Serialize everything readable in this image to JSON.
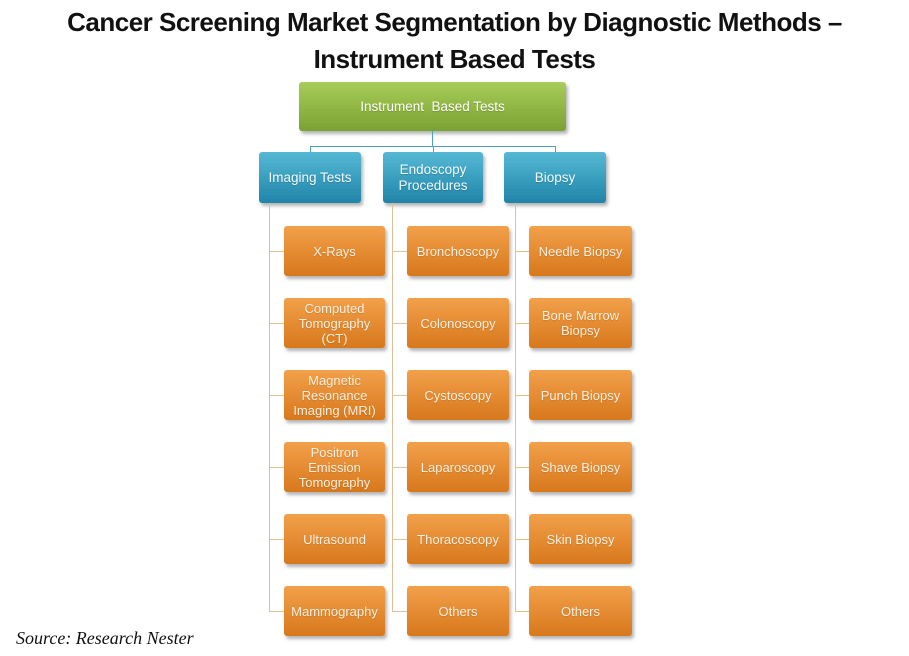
{
  "title": {
    "line1": "Cancer Screening Market Segmentation by Diagnostic Methods –",
    "line2": "Instrument Based Tests"
  },
  "root": {
    "label": "Instrument  Based Tests"
  },
  "columns": [
    {
      "label": "Imaging Tests",
      "items": [
        "X-Rays",
        "Computed Tomography (CT)",
        "Magnetic Resonance Imaging (MRI)",
        "Positron Emission Tomography",
        "Ultrasound",
        "Mammography"
      ]
    },
    {
      "label": "Endoscopy Procedures",
      "items": [
        "Bronchoscopy",
        "Colonoscopy",
        "Cystoscopy",
        "Laparoscopy",
        "Thoracoscopy",
        "Others"
      ]
    },
    {
      "label": "Biopsy",
      "items": [
        "Needle Biopsy",
        "Bone Marrow Biopsy",
        "Punch Biopsy",
        "Shave Biopsy",
        "Skin Biopsy",
        "Others"
      ]
    }
  ],
  "source": "Source: Research Nester",
  "colors": {
    "root_box_top": "#a8cc58",
    "root_box_bottom": "#7aa233",
    "category_box_top": "#55b9d5",
    "category_box_bottom": "#2084a9",
    "leaf_box_top": "#f2a04b",
    "leaf_box_bottom": "#d8781c",
    "connector_category": "#4aa3c0",
    "connector_leaf": "#dcc096",
    "title_text": "#111111",
    "box_text": "#ffffff"
  }
}
